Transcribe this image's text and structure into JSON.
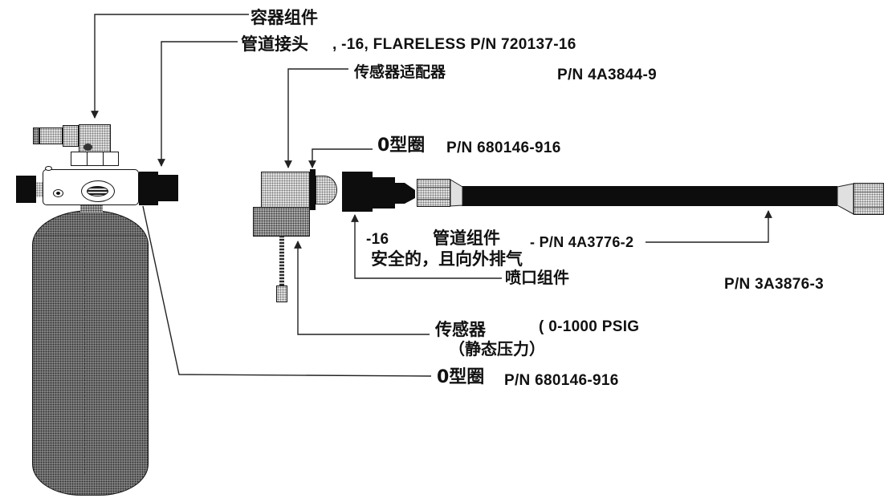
{
  "diagram": {
    "labels": {
      "container_assembly": "容器组件",
      "pipe_fitting": "管道接头",
      "flareless_spec": ", -16, FLARELESS  P/N 720137-16",
      "sensor_adapter": "传感器适配器",
      "sensor_adapter_pn": "P/N 4A3844-9",
      "oring_top": "0型圈",
      "oring_top_pn": "P/N 680146-916",
      "tube_size": "-16",
      "tube_assembly": "管道组件",
      "tube_assembly_pn": "- P/N 4A3776-2",
      "safety_note": "安全的，且向外排气",
      "nozzle_assembly": "喷口组件",
      "nozzle_assembly_pn": "P/N 3A3876-3",
      "transducer": "传感器",
      "transducer_range": "( 0-1000 PSIG",
      "static_pressure": "（静态压力）",
      "oring_bottom": "0型圈",
      "oring_bottom_pn": "P/N 680146-916"
    },
    "colors": {
      "leader_line": "#222222",
      "part_black": "#0d0d0d",
      "stipple_light": "#e0e0e0",
      "stipple_dark": "#8d8d8d",
      "background": "#ffffff"
    }
  }
}
